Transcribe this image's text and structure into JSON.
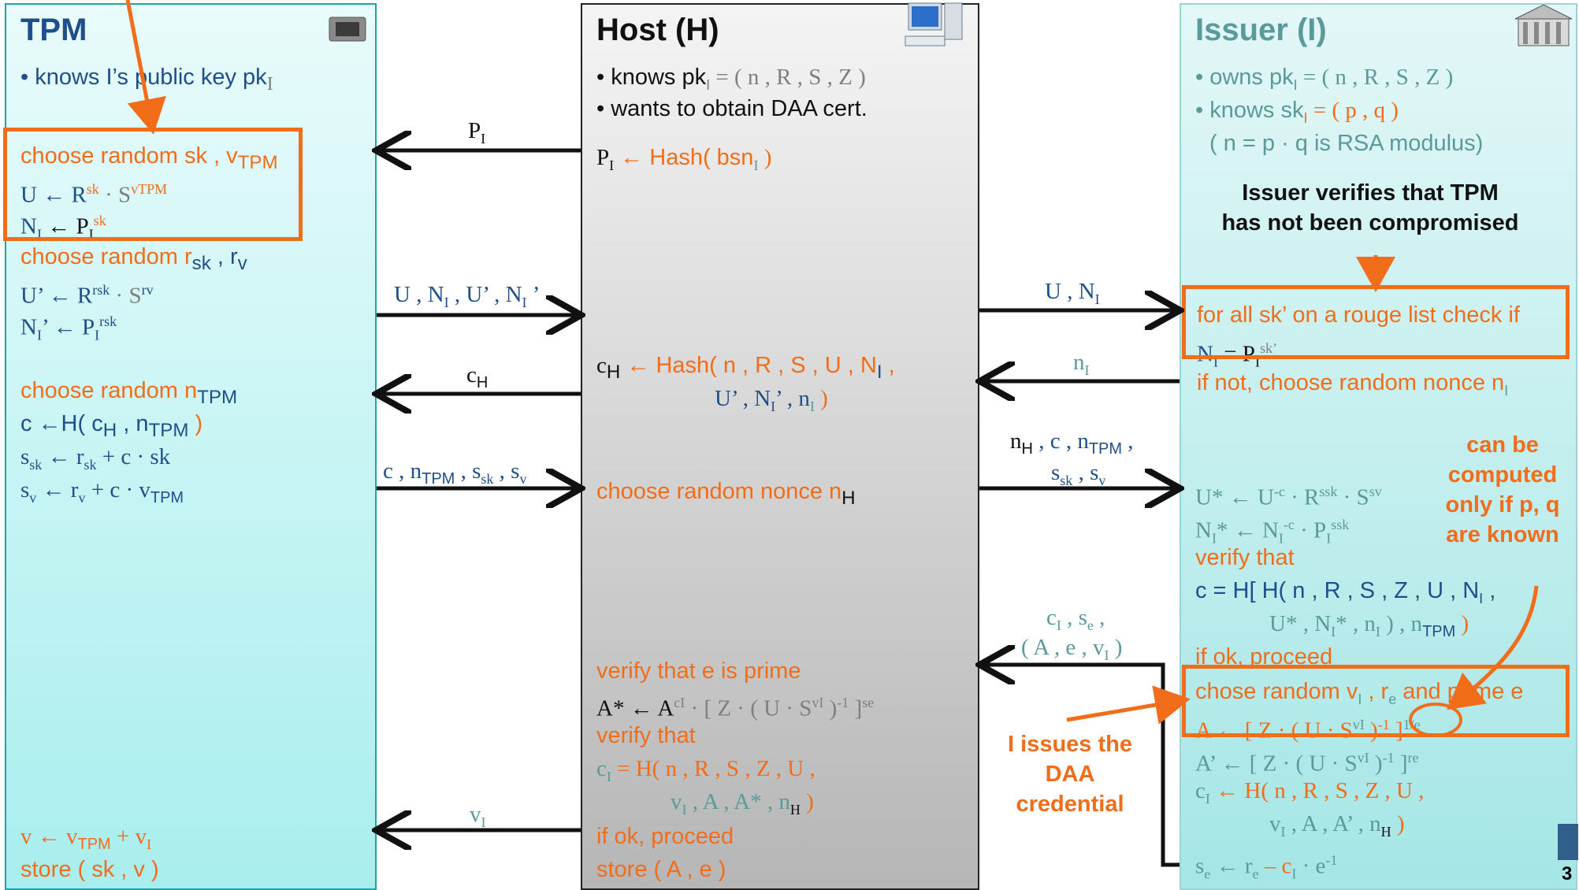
{
  "tpm": {
    "title": "TPM",
    "knows": "• knows I’s public key pk",
    "knows_sub": "I",
    "choose1": "choose random sk , v",
    "choose1_sub": "TPM",
    "u_eq": "U ← R",
    "u_exp1": "sk",
    "u_mid": " · S",
    "u_exp2": "vTPM",
    "ni_eq": "N",
    "ni_sub": "I",
    "ni_mid": " ← P",
    "ni_sub2": "I",
    "ni_exp": "sk",
    "choose2": "choose random r",
    "choose2_s1": "sk",
    "choose2_mid": " , r",
    "choose2_s2": "v",
    "up_eq": "U’ ← R",
    "up_exp1": "rsk",
    "up_mid": " · S",
    "up_exp2": "rv",
    "nip_eq": "N",
    "nip_sub": "I",
    "nip_mid": "’ ← P",
    "nip_sub2": "I",
    "nip_exp": "rsk",
    "choose3": "choose random n",
    "choose3_sub": "TPM",
    "c_eq": "c ←H( c",
    "c_s1": "H",
    "c_mid": " , n",
    "c_s2": "TPM",
    "c_end": " )",
    "ssk": "s",
    "ssk_sub": "sk",
    "ssk_rest": " ← r",
    "ssk_sub2": "sk",
    "ssk_end": " + c · sk",
    "sv": "s",
    "sv_sub": "v",
    "sv_rest": " ← r",
    "sv_sub2": "v",
    "sv_end": " + c · v",
    "sv_sub3": "TPM",
    "v_eq": "v ← v",
    "v_sub": "TPM",
    "v_mid": " + v",
    "v_sub2": "I",
    "store": "store ( sk , v )"
  },
  "host": {
    "title": "Host (H)",
    "knows": "• knows pk",
    "knows_sub": "I",
    "knows_rest": " = ( n , R , S , Z )",
    "wants": "• wants to obtain DAA cert.",
    "pi_eq": "P",
    "pi_sub": "I",
    "pi_mid": " ← Hash( bsn",
    "pi_sub2": "I",
    "pi_end": " )",
    "ch_eq": "c",
    "ch_sub": "H",
    "ch_mid": " ← Hash( n , R , S , U , N",
    "ch_sub2": "I",
    "ch_end": " ,",
    "ch_line2": "U’ , N",
    "ch_line2_sub": "I",
    "ch_line2_mid": "’ , n",
    "ch_line2_sub2": "I",
    "ch_line2_end": " )",
    "nonce": "choose random nonce n",
    "nonce_sub": "H",
    "verify_prime": "verify that e is prime",
    "astar": "A* ← A",
    "astar_exp1": "cI",
    "astar_mid": " · [ Z · ( U · S",
    "astar_exp2": "vI",
    "astar_mid2": " )",
    "astar_exp3": "-1",
    "astar_end": " ]",
    "astar_exp4": "se",
    "verify_that": "verify that",
    "ci_eq": "c",
    "ci_sub": "I",
    "ci_mid": " = H( n , R , S , Z , U ,",
    "ci_line2": "v",
    "ci_line2_sub": "I",
    "ci_line2_mid": " , A , A* , n",
    "ci_line2_sub2": "H",
    "ci_line2_end": " )",
    "ifok": "if ok, proceed",
    "store": "store ( A , e )"
  },
  "issuer": {
    "title": "Issuer (I)",
    "owns": "• owns pk",
    "owns_sub": "I",
    "owns_rest": " = ( n , R , S , Z )",
    "knows": "• knows sk",
    "knows_sub": "I",
    "knows_rest": " = ( p , q )",
    "modulus": "( n = p · q is RSA modulus)",
    "verifies_note": "Issuer verifies that TPM has not been compromised",
    "rouge": "for all sk’ on a rouge list check if",
    "rouge2": "N",
    "rouge2_sub": "I",
    "rouge2_mid": " = P",
    "rouge2_sub2": "I",
    "rouge2_exp": "sk’",
    "ifnot": "if not, choose random nonce n",
    "ifnot_sub": "I",
    "ustar": "U* ← U",
    "ustar_e1": "-c",
    "ustar_mid": " · R",
    "ustar_e2": "ssk",
    "ustar_mid2": " · S",
    "ustar_e3": "sv",
    "nistar": "N",
    "nistar_sub": "I",
    "nistar_mid": "* ← N",
    "nistar_sub2": "I",
    "nistar_e1": "-c",
    "nistar_mid2": " · P",
    "nistar_sub3": "I",
    "nistar_e2": "ssk",
    "verify_that": "verify that",
    "c_eq": "c = H[  H( n , R , S , Z , U , N",
    "c_sub": "I",
    "c_end": " ,",
    "c_line2": "U* , N",
    "c_line2_sub": "I",
    "c_line2_mid": "* , n",
    "c_line2_sub2": "I",
    "c_line2_mid2": " ) , n",
    "c_line2_sub3": "TPM",
    "c_line2_end": " )",
    "ifok": "if ok, proceed",
    "chose": "chose random v",
    "chose_sub": "I",
    "chose_mid": " , r",
    "chose_sub2": "e",
    "chose_end": " and prime e",
    "a_eq": "A ← [ Z · ( U · S",
    "a_e1": "vI",
    "a_mid": " )",
    "a_e2": "-1",
    "a_end": " ]",
    "a_e3": "1/e",
    "ap_eq": "A’ ← [ Z · ( U · S",
    "ap_e1": "vI",
    "ap_mid": " )",
    "ap_e2": "-1",
    "ap_end": " ]",
    "ap_e3": "re",
    "ci_eq": "c",
    "ci_sub": "I",
    "ci_mid": " ← H( n , R , S , Z , U ,",
    "ci_line2": "v",
    "ci_line2_sub": "I",
    "ci_line2_mid": " , A , A’ , n",
    "ci_line2_sub2": "H",
    "ci_line2_end": " )",
    "se": "s",
    "se_sub": "e",
    "se_mid": " ← r",
    "se_sub2": "e",
    "se_mid2": " – c",
    "se_sub3": "I",
    "se_mid3": " · e",
    "se_exp": "-1",
    "can_be": "can be computed only if p, q are known"
  },
  "messages": {
    "m1": "P",
    "m1_sub": "I",
    "m2": "U , N",
    "m2_sub": "I",
    "m2_mid": " , U’ , N",
    "m2_sub2": "I",
    "m2_end": " ’",
    "m3": "c",
    "m3_sub": "H",
    "m4": "c , n",
    "m4_sub": "TPM",
    "m4_mid": " , s",
    "m4_sub2": "sk",
    "m4_mid2": " , s",
    "m4_sub3": "v",
    "m5": "v",
    "m5_sub": "I",
    "r1": "U , N",
    "r1_sub": "I",
    "r2": "n",
    "r2_sub": "I",
    "r3a": "n",
    "r3a_sub": "H",
    "r3a_mid": " , c , n",
    "r3a_sub2": "TPM",
    "r3a_end": " ,",
    "r3b": "s",
    "r3b_sub": "sk",
    "r3b_mid": " , s",
    "r3b_sub2": "v",
    "r4a": "c",
    "r4a_sub": "I",
    "r4a_mid": " , s",
    "r4a_sub2": "e",
    "r4a_end": " ,",
    "r4b": "( A , e , v",
    "r4b_sub": "I",
    "r4b_end": " )"
  },
  "annotation": {
    "issues": "I issues the DAA credential"
  },
  "page_number": "3"
}
